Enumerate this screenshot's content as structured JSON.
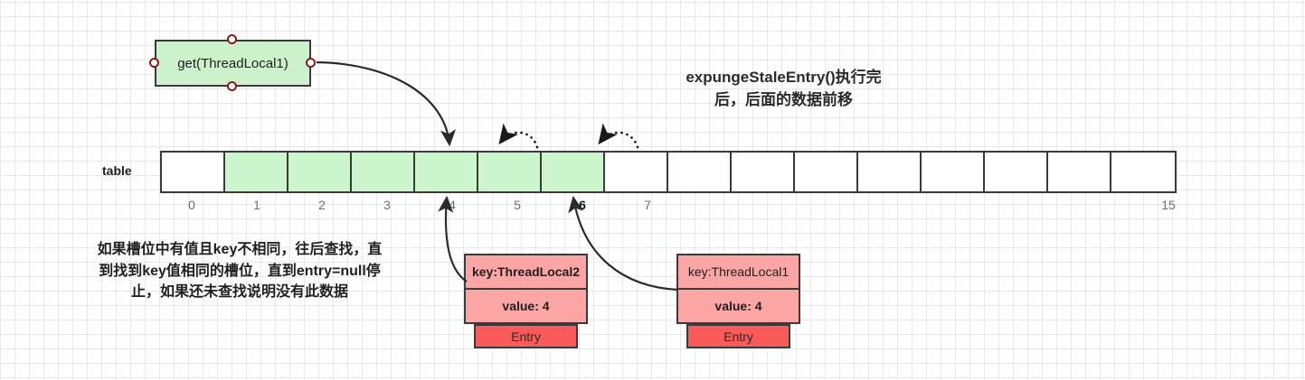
{
  "diagram": {
    "title_line1": "expungeStaleEntry()执行完",
    "title_line2": "后，后面的数据前移",
    "node": {
      "label": "get(ThreadLocal1)"
    },
    "table": {
      "label": "table",
      "cell_count": 16,
      "filled_indices": [
        1,
        2,
        3,
        4,
        5,
        6
      ],
      "index_labels": [
        "0",
        "1",
        "2",
        "3",
        "4",
        "5",
        "6",
        "7",
        "",
        "",
        "",
        "",
        "",
        "",
        "",
        "15"
      ],
      "highlight_index": "6"
    },
    "note": {
      "line1": "如果槽位中有值且key不相同，往后查找，直",
      "line2": "到找到key值相同的槽位，直到entry=null停",
      "line3": "止，如果还未查找说明没有此数据"
    },
    "entries": [
      {
        "key": "key:ThreadLocal2",
        "value": "value: 4",
        "footer": "Entry",
        "key_bold": true
      },
      {
        "key": "key:ThreadLocal1",
        "value": "value: 4",
        "footer": "Entry",
        "key_bold": false
      }
    ],
    "colors": {
      "green_fill": "#ccf7cc",
      "node_fill": "#ccf2cc",
      "entry_fill": "#fba5a5",
      "entry_footer_fill": "#fa5a5a",
      "stroke": "#3a3a3a",
      "port_stroke": "#8c1919"
    }
  }
}
